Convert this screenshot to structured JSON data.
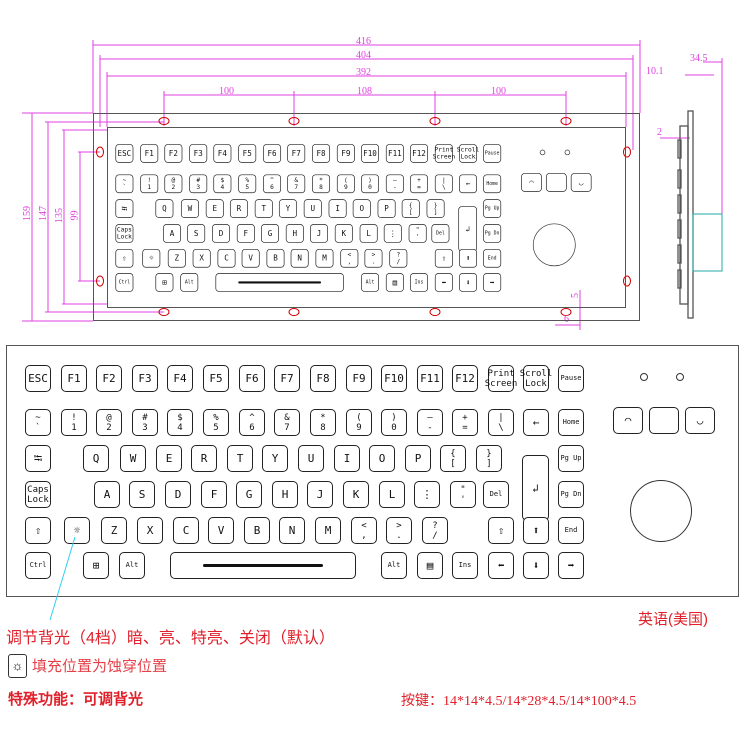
{
  "dimensions": {
    "width_416": "416",
    "width_404": "404",
    "width_392": "392",
    "hole_100a": "100",
    "hole_108": "108",
    "hole_100b": "100",
    "height_159": "159",
    "height_147": "147",
    "height_135": "135",
    "height_99": "99",
    "side_10_1": "10.1",
    "side_34_5": "34.5",
    "side_2": "2",
    "small_5": "5",
    "small_6": "6"
  },
  "keys": [
    {
      "t": "ESC"
    },
    {
      "t": "F1"
    },
    {
      "t": "F2"
    },
    {
      "t": "F3"
    },
    {
      "t": "F4"
    },
    {
      "t": "F5"
    },
    {
      "t": "F6"
    },
    {
      "t": "F7"
    },
    {
      "t": "F8"
    },
    {
      "t": "F9"
    },
    {
      "t": "F10"
    },
    {
      "t": "F11"
    },
    {
      "t": "F12"
    },
    {
      "u": "Print",
      "l": "Screen"
    },
    {
      "u": "Scroll",
      "l": "Lock"
    },
    {
      "s": "Pause"
    },
    {
      "u": "~",
      "l": "`"
    },
    {
      "u": "!",
      "l": "1"
    },
    {
      "u": "@",
      "l": "2"
    },
    {
      "u": "#",
      "l": "3"
    },
    {
      "u": "$",
      "l": "4"
    },
    {
      "u": "%",
      "l": "5"
    },
    {
      "u": "^",
      "l": "6"
    },
    {
      "u": "&",
      "l": "7"
    },
    {
      "u": "*",
      "l": "8"
    },
    {
      "u": "(",
      "l": "9"
    },
    {
      "u": ")",
      "l": "0"
    },
    {
      "u": "—",
      "l": "-"
    },
    {
      "u": "+",
      "l": "="
    },
    {
      "u": "|",
      "l": "\\"
    },
    {
      "t": "←"
    },
    {
      "s": "Home"
    },
    {
      "i": "⭾"
    },
    {
      "t": "Q"
    },
    {
      "t": "W"
    },
    {
      "t": "E"
    },
    {
      "t": "R"
    },
    {
      "t": "T"
    },
    {
      "t": "Y"
    },
    {
      "t": "U"
    },
    {
      "t": "I"
    },
    {
      "t": "O"
    },
    {
      "t": "P"
    },
    {
      "u": "{",
      "l": "["
    },
    {
      "u": "}",
      "l": "]"
    },
    {
      "t": "↲"
    },
    {
      "s": "Pg Up"
    },
    {
      "u": "Caps",
      "l": "Lock"
    },
    {
      "t": "A"
    },
    {
      "t": "S"
    },
    {
      "t": "D"
    },
    {
      "t": "F"
    },
    {
      "t": "G"
    },
    {
      "t": "H"
    },
    {
      "t": "J"
    },
    {
      "t": "K"
    },
    {
      "t": "L"
    },
    {
      "t": "⋮"
    },
    {
      "u": "\"",
      "l": "'"
    },
    {
      "s": "Del"
    },
    {
      "s": "Pg Dn"
    },
    {
      "t": "⇧"
    },
    {
      "t": "☼"
    },
    {
      "t": "Z"
    },
    {
      "t": "X"
    },
    {
      "t": "C"
    },
    {
      "t": "V"
    },
    {
      "t": "B"
    },
    {
      "t": "N"
    },
    {
      "t": "M"
    },
    {
      "u": "<",
      "l": ","
    },
    {
      "u": ">",
      "l": "."
    },
    {
      "u": "?",
      "l": "/"
    },
    {
      "t": "⇧"
    },
    {
      "t": "⬆"
    },
    {
      "s": "End"
    },
    {
      "s": "Ctrl"
    },
    {
      "t": "⊞"
    },
    {
      "s": "Alt"
    },
    {
      "t": ""
    },
    {
      "s": "Alt"
    },
    {
      "t": "▤"
    },
    {
      "s": "Ins"
    },
    {
      "t": "⬅"
    },
    {
      "t": "⬇"
    },
    {
      "t": "➡"
    },
    {
      "t": "◠"
    },
    {
      "t": ""
    },
    {
      "t": "◡"
    }
  ],
  "annotations": {
    "backlight": "调节背光（4档）暗、亮、特亮、关闭（默认）",
    "fill_note": "填充位置为蚀穿位置",
    "special": "特殊功能：可调背光",
    "language": "英语(美国)",
    "key_sizes": "按键：14*14*4.5/14*28*4.5/14*100*4.5"
  },
  "colors": {
    "dimension": "#e040e0",
    "annotation": "#e0202a",
    "leader": "#30d0f0"
  }
}
